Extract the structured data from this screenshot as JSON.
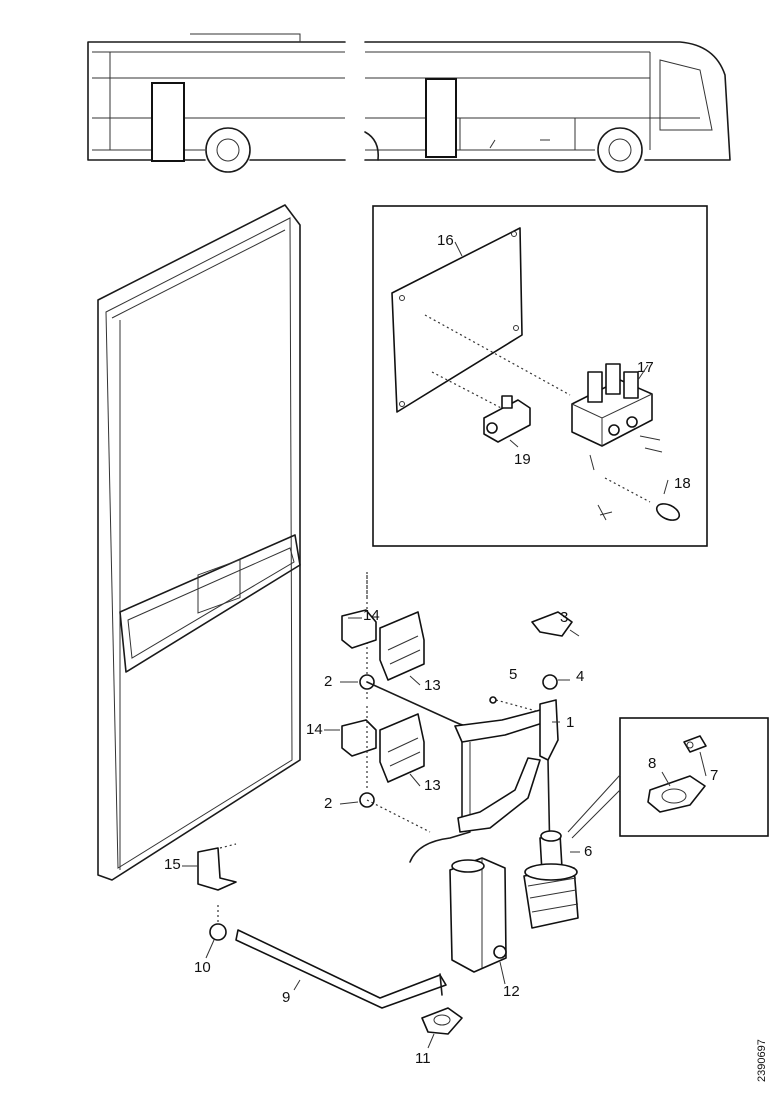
{
  "callouts": {
    "c1": "1",
    "c2a": "2",
    "c2b": "2",
    "c3": "3",
    "c4": "4",
    "c5": "5",
    "c6": "6",
    "c7": "7",
    "c8": "8",
    "c9": "9",
    "c10": "10",
    "c11": "11",
    "c12": "12",
    "c13a": "13",
    "c13b": "13",
    "c14a": "14",
    "c14b": "14",
    "c15": "15",
    "c16": "16",
    "c17": "17",
    "c18": "18",
    "c19": "19"
  },
  "figure_ref": "2390697"
}
